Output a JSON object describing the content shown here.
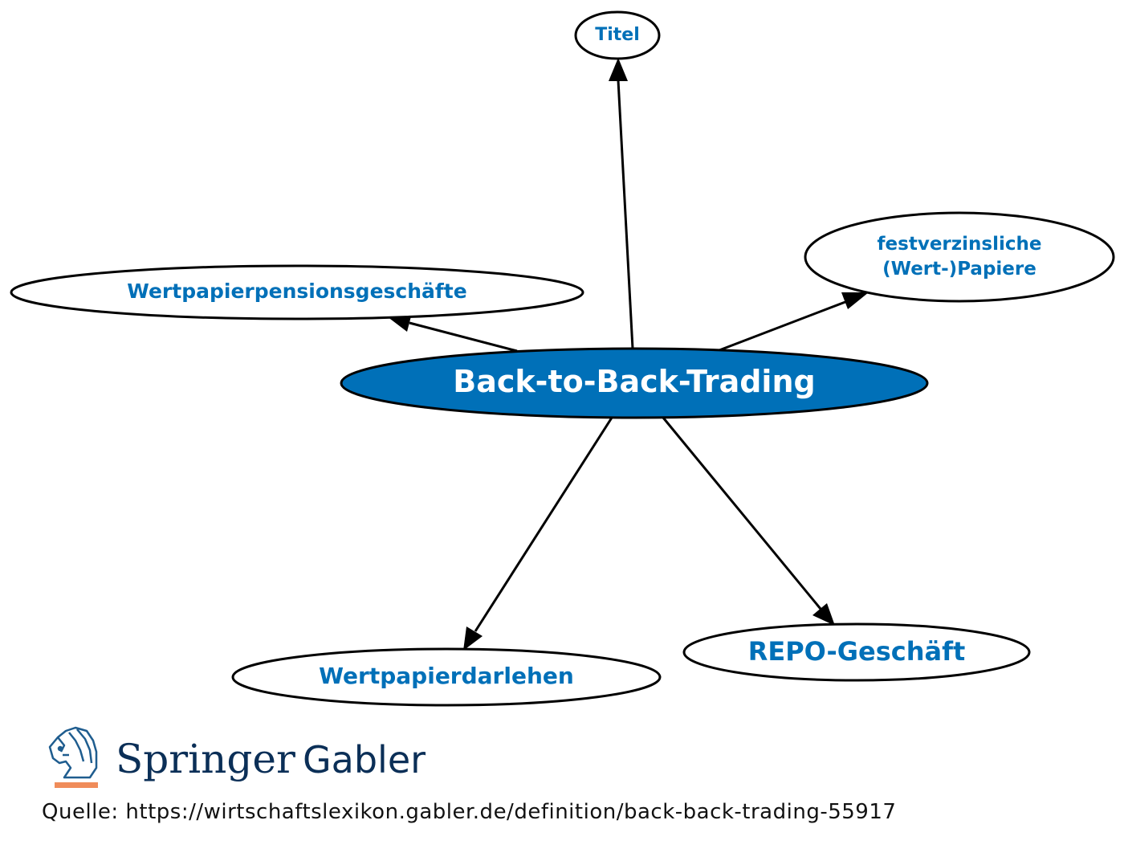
{
  "diagram": {
    "center": {
      "label": "Back-to-Back-Trading"
    },
    "nodes": {
      "titel": {
        "label": "Titel"
      },
      "festverzinsliche": {
        "label_line1": "festverzinsliche",
        "label_line2": "(Wert-)Papiere"
      },
      "wertpapierpension": {
        "label": "Wertpapierpensionsgeschäfte"
      },
      "wertpapierdarlehen": {
        "label": "Wertpapierdarlehen"
      },
      "repo": {
        "label": "REPO-Geschäft"
      }
    },
    "colors": {
      "center_fill": "#0070b8",
      "node_text": "#0070b8",
      "edge": "#000000"
    }
  },
  "footer": {
    "logo_name": "springer-horse-logo",
    "brand_part1": "Springer",
    "brand_part2": "Gabler",
    "source_prefix": "Quelle:",
    "source_url": "https://wirtschaftslexikon.gabler.de/definition/back-back-trading-55917"
  }
}
